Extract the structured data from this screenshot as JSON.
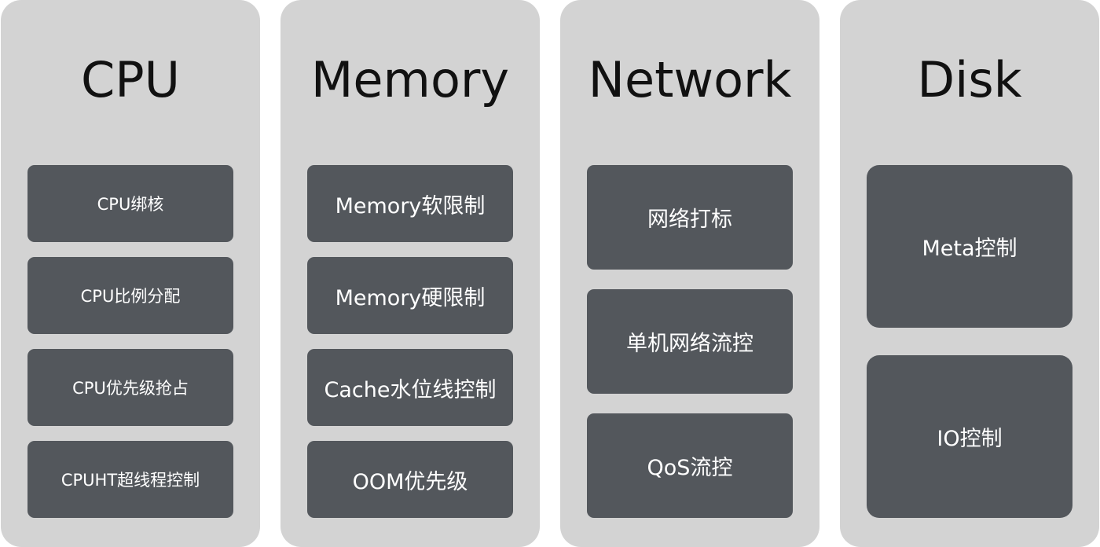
{
  "columns": [
    {
      "title": "CPU",
      "items": [
        "CPU绑核",
        "CPU比例分配",
        "CPU优先级抢占",
        "CPUHT超线程控制"
      ]
    },
    {
      "title": "Memory",
      "items": [
        "Memory软限制",
        "Memory硬限制",
        "Cache水位线控制",
        "OOM优先级"
      ]
    },
    {
      "title": "Network",
      "items": [
        "网络打标",
        "单机网络流控",
        "QoS流控"
      ]
    },
    {
      "title": "Disk",
      "items": [
        "Meta控制",
        "IO控制"
      ]
    }
  ],
  "colors": {
    "column_background": "#d3d3d3",
    "box_background": "#53575c",
    "box_text": "#ffffff",
    "title_text": "#111111"
  }
}
